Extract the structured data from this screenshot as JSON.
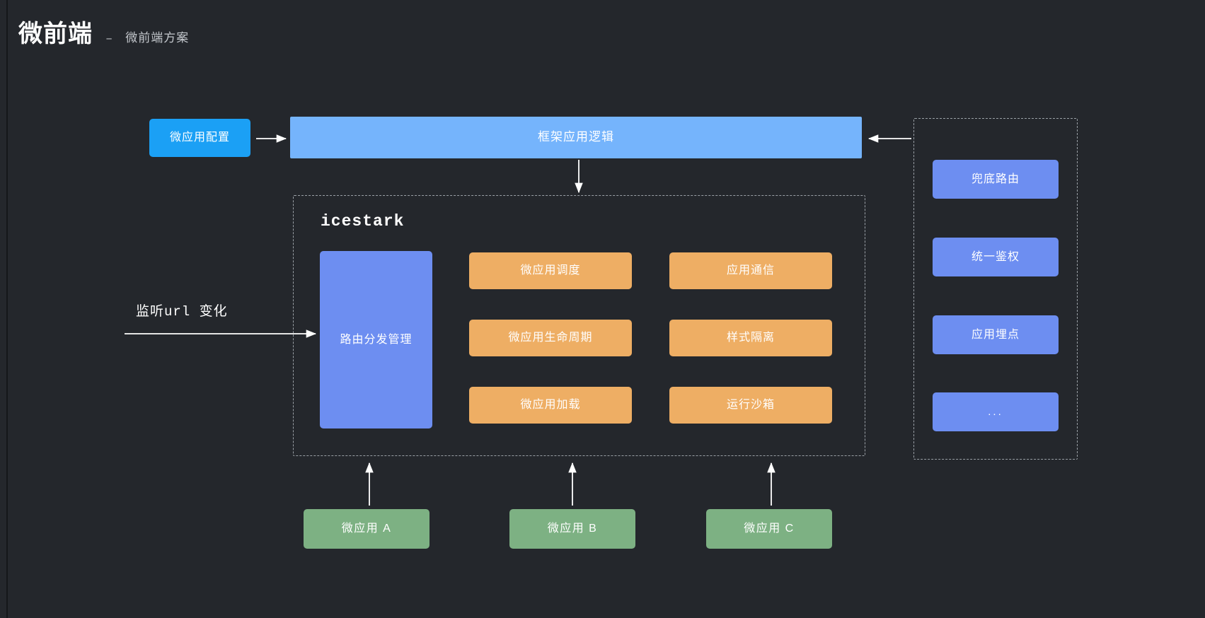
{
  "header": {
    "title": "微前端",
    "dash": "–",
    "subtitle": "微前端方案"
  },
  "diagram": {
    "config_box": "微应用配置",
    "banner": "框架应用逻辑",
    "container_label": "icestark",
    "route_box": "路由分发管理",
    "url_annotation": "监听url 变化",
    "features": [
      "微应用调度",
      "应用通信",
      "微应用生命周期",
      "样式隔离",
      "微应用加载",
      "运行沙箱"
    ],
    "side_items": [
      "兜底路由",
      "统一鉴权",
      "应用埋点",
      "..."
    ],
    "micro_apps": [
      "微应用 A",
      "微应用 B",
      "微应用 C"
    ]
  },
  "colors": {
    "background": "#24272c",
    "config_blue": "#1ba0f5",
    "banner_blue": "#75b4fc",
    "periwinkle": "#6d8ef1",
    "orange": "#eeae64",
    "green": "#7db183",
    "dashed_border": "#9aa0a6",
    "arrow": "#ffffff",
    "title_text": "#ffffff",
    "subtitle_text": "#c3c7cc"
  }
}
